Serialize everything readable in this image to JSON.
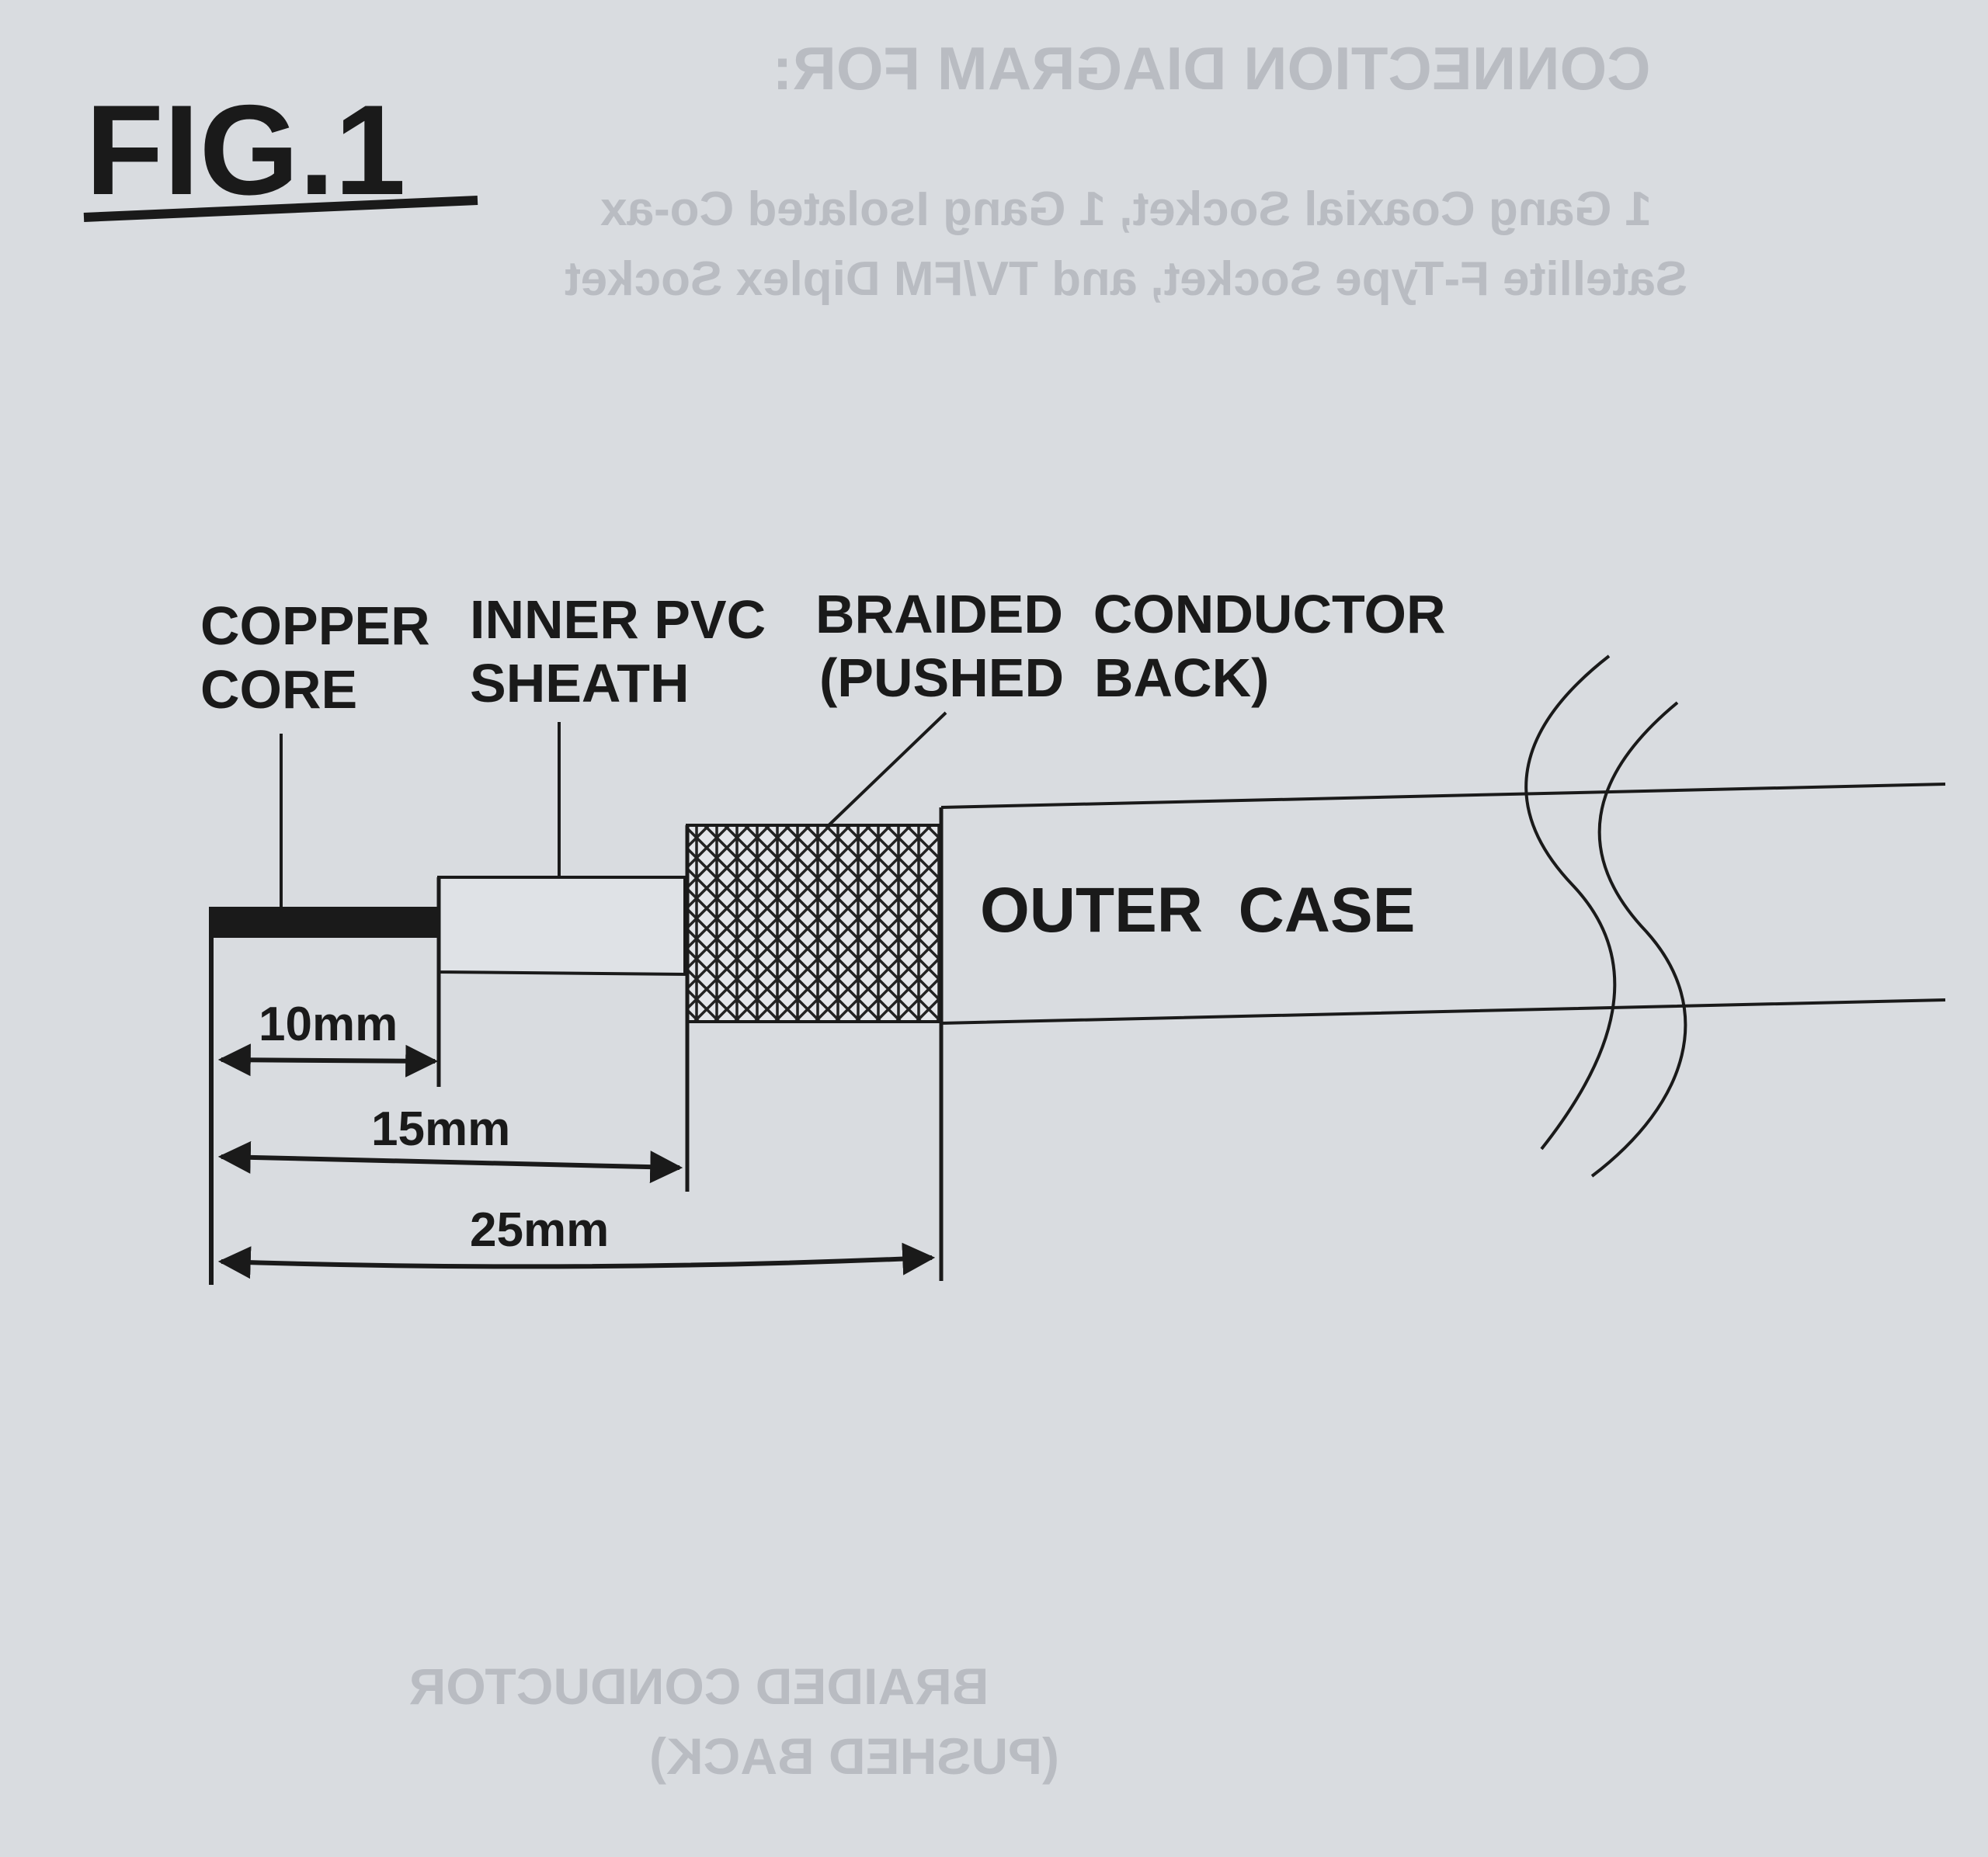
{
  "figure": {
    "title": "FIG.1"
  },
  "show_through": {
    "heading": "CONNECTION DIAGRAM FOR:",
    "line1": "1 Gang Coaxial Socket, 1 Gang Isolated Co-ax",
    "line2": "Satellite F-Type Socket, and TV/FM Diplex Socket",
    "bottom_line1": "BRAIDED CONDUCTOR",
    "bottom_line2": "(PUSHED BACK)"
  },
  "labels": {
    "copper_core_line1": "COPPER",
    "copper_core_line2": "CORE",
    "inner_sheath_line1": "INNER PVC",
    "inner_sheath_line2": "SHEATH",
    "braid_line1": "BRAIDED  CONDUCTOR",
    "braid_line2": "(PUSHED  BACK)",
    "outer_case": "OUTER  CASE"
  },
  "dimensions": {
    "d1": "10mm",
    "d2": "15mm",
    "d3": "25mm"
  },
  "colors": {
    "paper": "#d9dce0",
    "ink": "#1a1a1a",
    "show_through": "#b9bcc2"
  }
}
